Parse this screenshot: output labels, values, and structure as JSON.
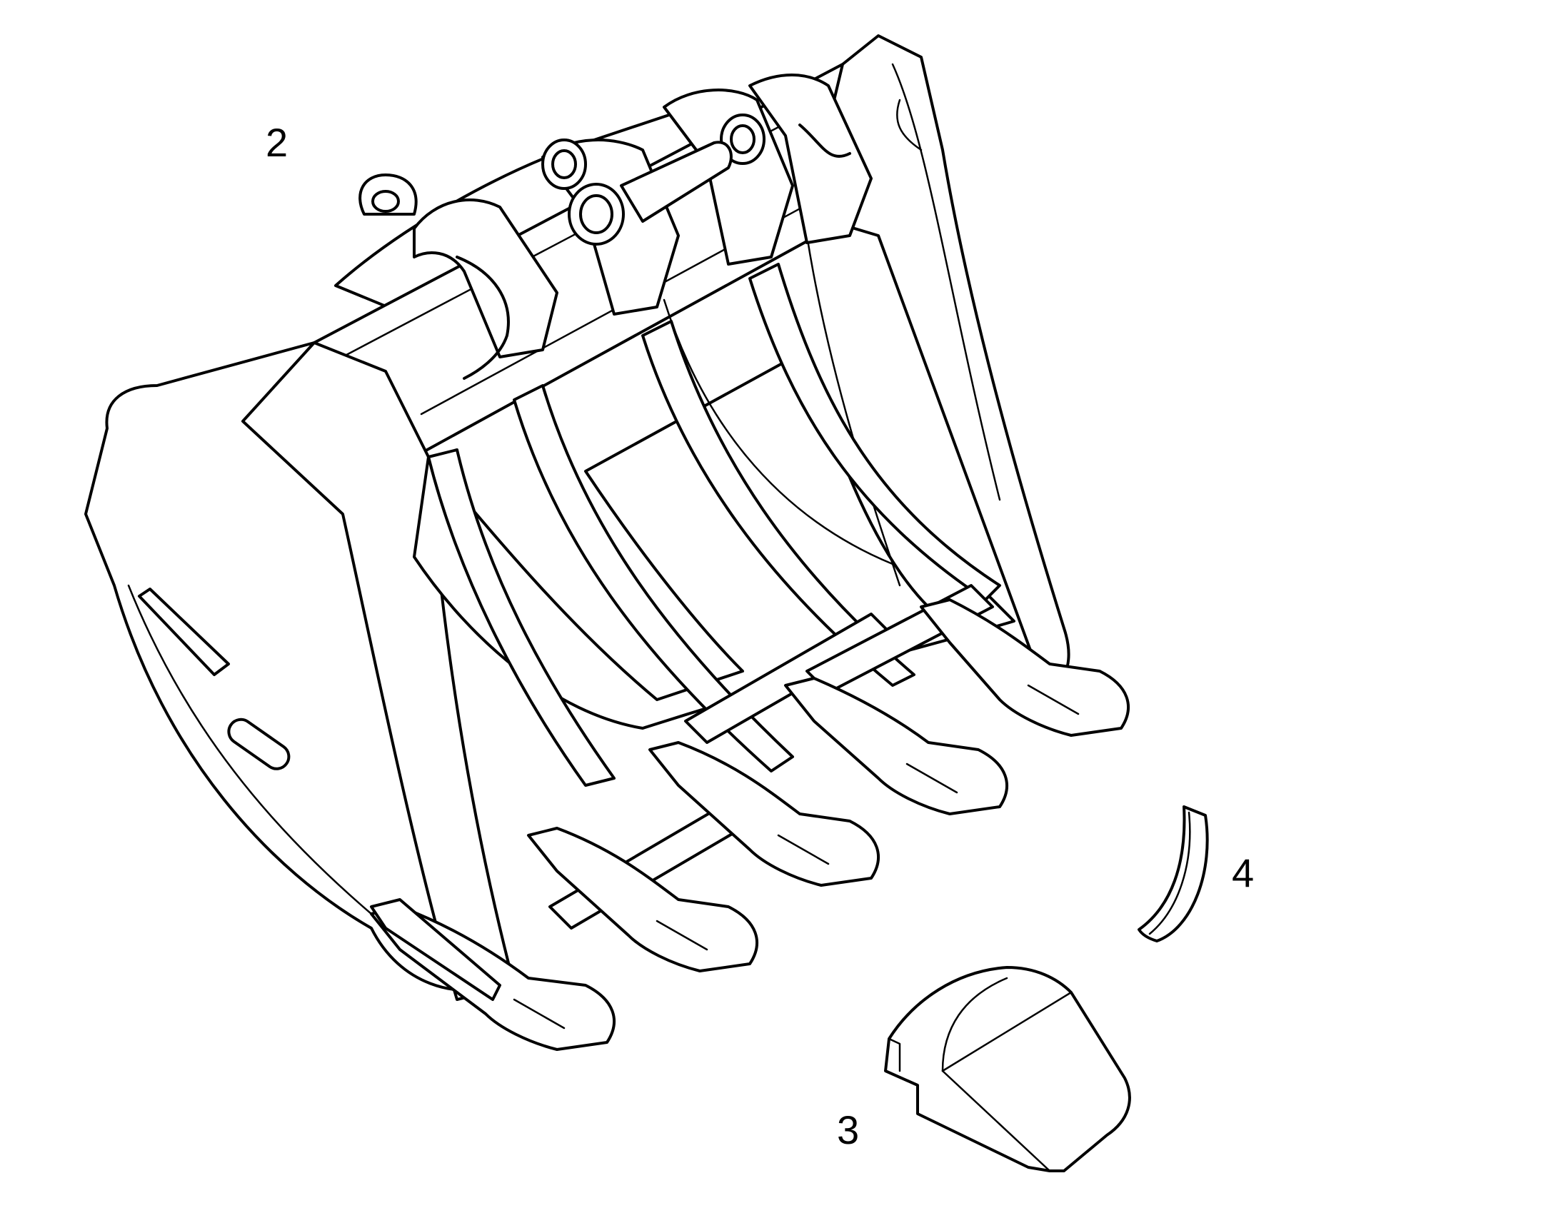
{
  "diagram": {
    "callouts": [
      {
        "id": "2",
        "label": "2",
        "part": "bucket"
      },
      {
        "id": "3",
        "label": "3",
        "part": "tooth"
      },
      {
        "id": "4",
        "label": "4",
        "part": "lock"
      }
    ],
    "colors": {
      "ink": "#000000",
      "paper": "#ffffff"
    }
  }
}
